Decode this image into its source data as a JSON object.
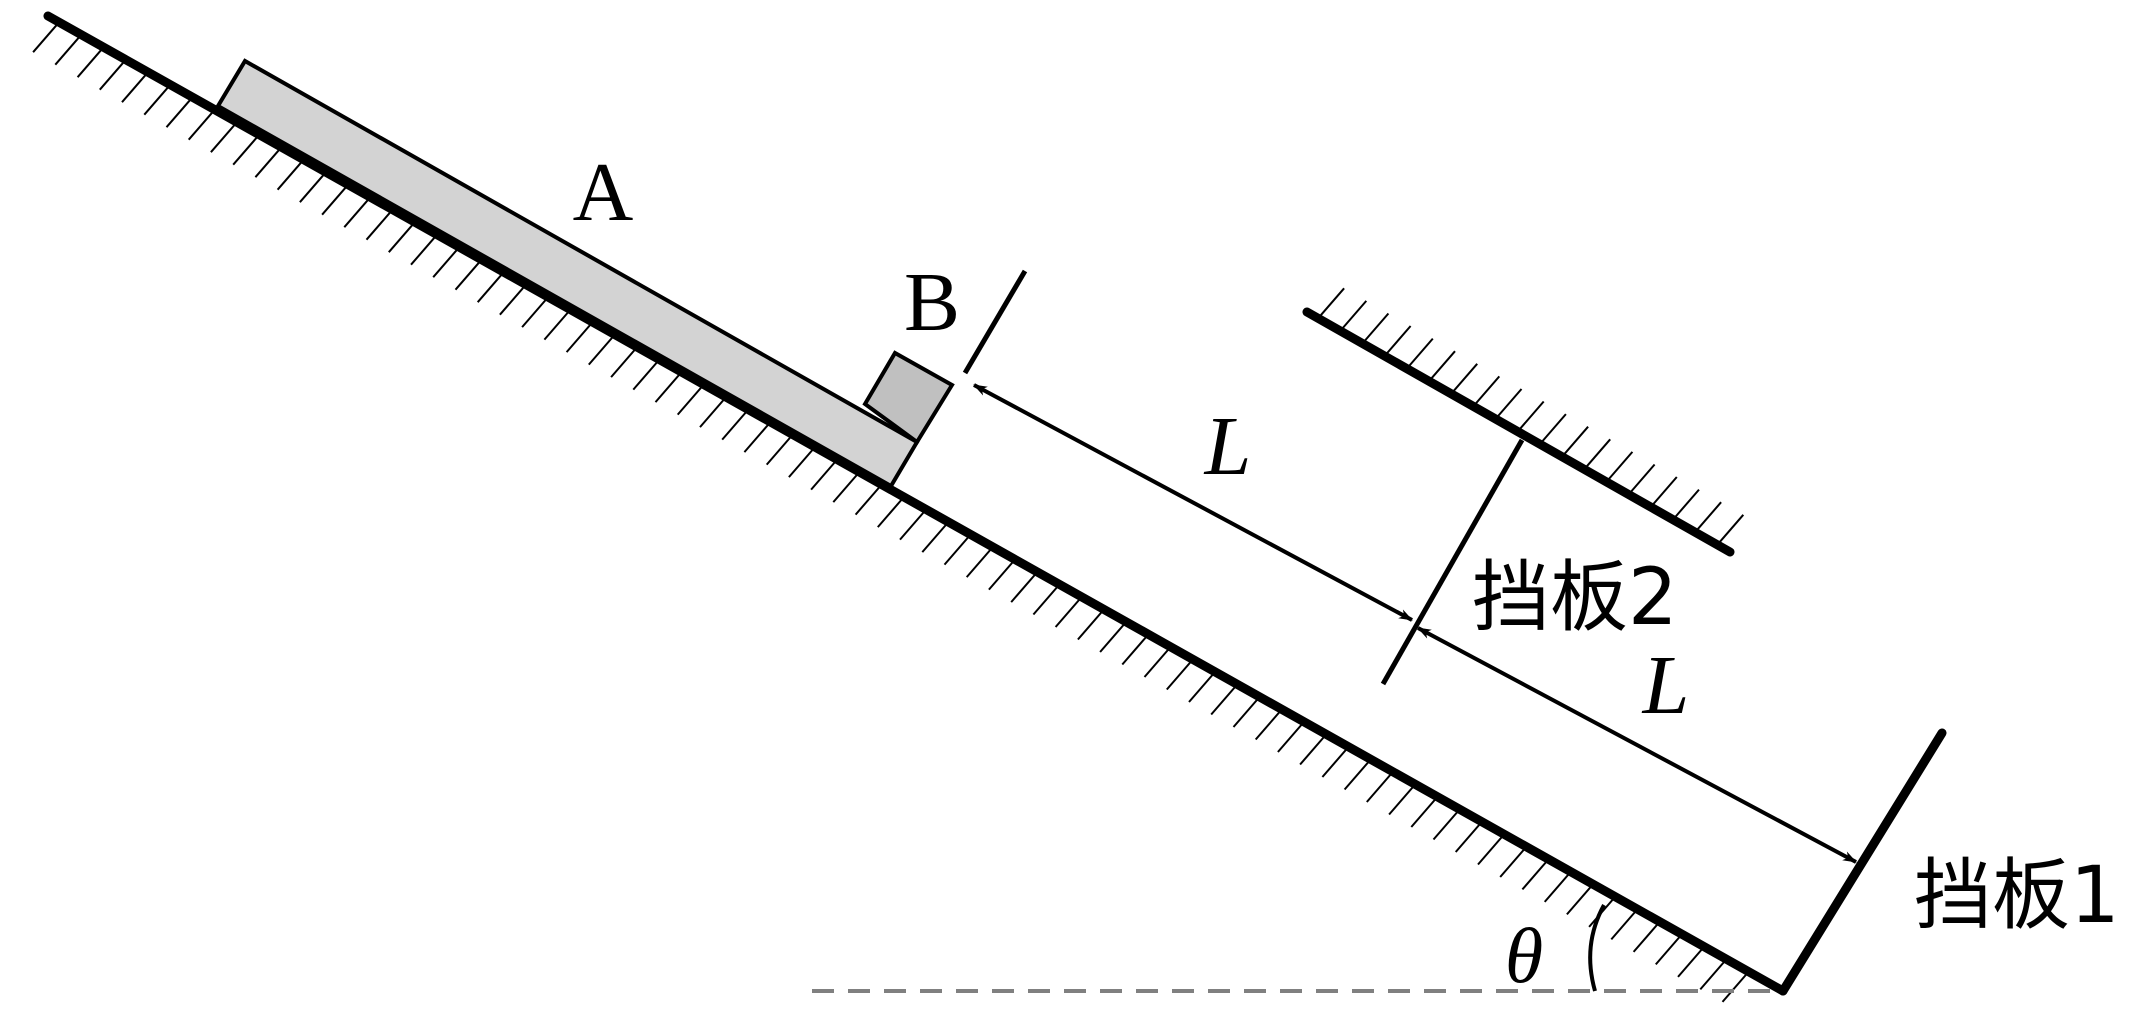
{
  "labels": {
    "block_a": "A",
    "block_b": "B",
    "distance_upper": "L",
    "distance_lower": "L",
    "baffle_2": "挡板2",
    "baffle_1": "挡板1",
    "angle": "θ"
  },
  "colors": {
    "ink": "#000000",
    "board_fill": "#d3d3d3",
    "block_fill": "#c0c0c0",
    "dashed": "#808080"
  }
}
